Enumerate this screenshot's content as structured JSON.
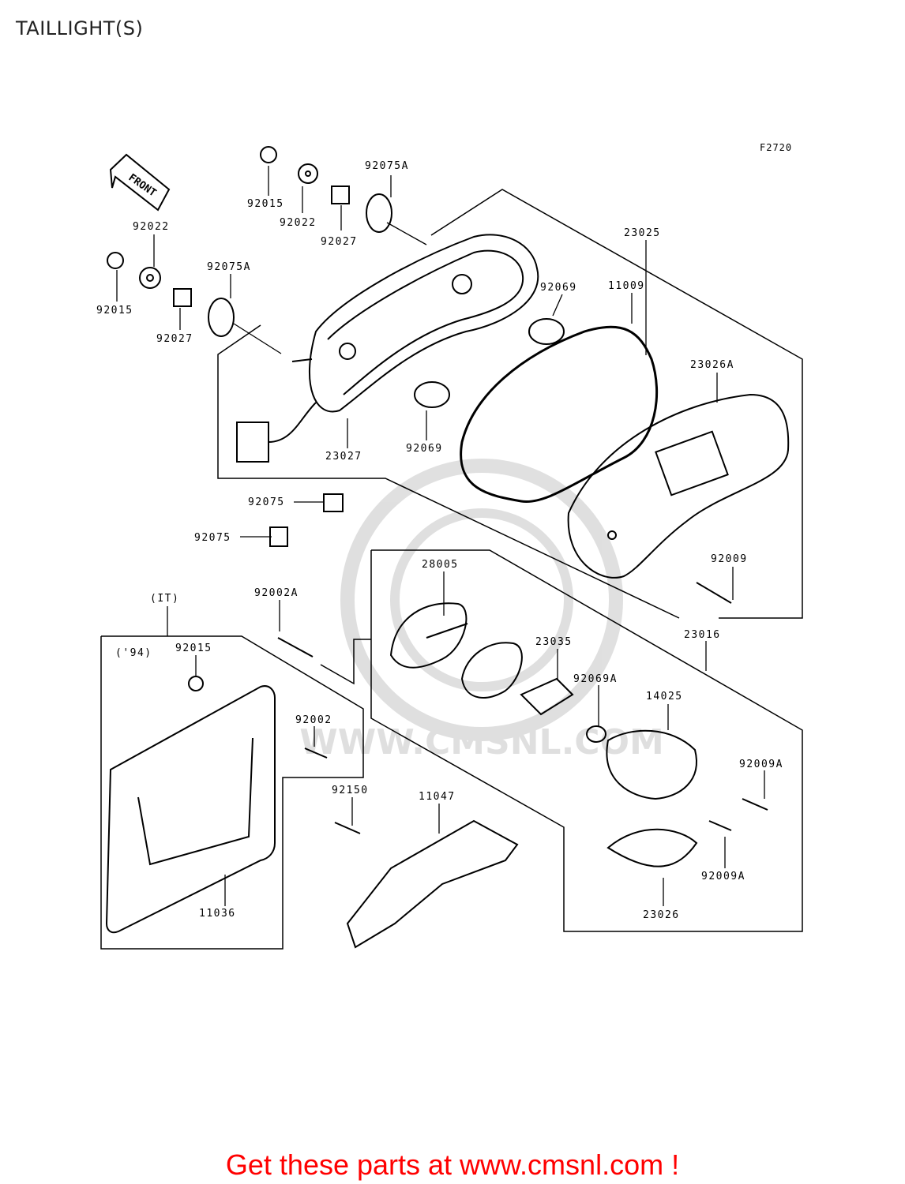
{
  "header": {
    "title": "TAILLIGHT(S)"
  },
  "diagram": {
    "figure_code": "F2720",
    "front_label": "FRONT",
    "variant_label": "(IT)",
    "year_label": "('94)",
    "watermark_text": "WWW.CMSNL.COM",
    "parts": [
      {
        "id": "p1",
        "number": "92015"
      },
      {
        "id": "p2",
        "number": "92022"
      },
      {
        "id": "p3",
        "number": "92027"
      },
      {
        "id": "p4",
        "number": "92075A"
      },
      {
        "id": "p5",
        "number": "92022"
      },
      {
        "id": "p6",
        "number": "92015"
      },
      {
        "id": "p7",
        "number": "92075A"
      },
      {
        "id": "p8",
        "number": "92027"
      },
      {
        "id": "p9",
        "number": "23025"
      },
      {
        "id": "p10",
        "number": "92069"
      },
      {
        "id": "p11",
        "number": "11009"
      },
      {
        "id": "p12",
        "number": "23026A"
      },
      {
        "id": "p13",
        "number": "23027"
      },
      {
        "id": "p14",
        "number": "92069"
      },
      {
        "id": "p15",
        "number": "92075"
      },
      {
        "id": "p16",
        "number": "92075"
      },
      {
        "id": "p17",
        "number": "92009"
      },
      {
        "id": "p18",
        "number": "28005"
      },
      {
        "id": "p19",
        "number": "92002A"
      },
      {
        "id": "p20",
        "number": "23016"
      },
      {
        "id": "p21",
        "number": "23035"
      },
      {
        "id": "p22",
        "number": "92015"
      },
      {
        "id": "p23",
        "number": "92069A"
      },
      {
        "id": "p24",
        "number": "14025"
      },
      {
        "id": "p25",
        "number": "92002"
      },
      {
        "id": "p26",
        "number": "92009A"
      },
      {
        "id": "p27",
        "number": "92150"
      },
      {
        "id": "p28",
        "number": "11047"
      },
      {
        "id": "p29",
        "number": "92009A"
      },
      {
        "id": "p30",
        "number": "11036"
      },
      {
        "id": "p31",
        "number": "23026"
      }
    ]
  },
  "footer": {
    "cta_text": "Get these parts at www.cmsnl.com !",
    "cta_color": "#ff0000"
  }
}
